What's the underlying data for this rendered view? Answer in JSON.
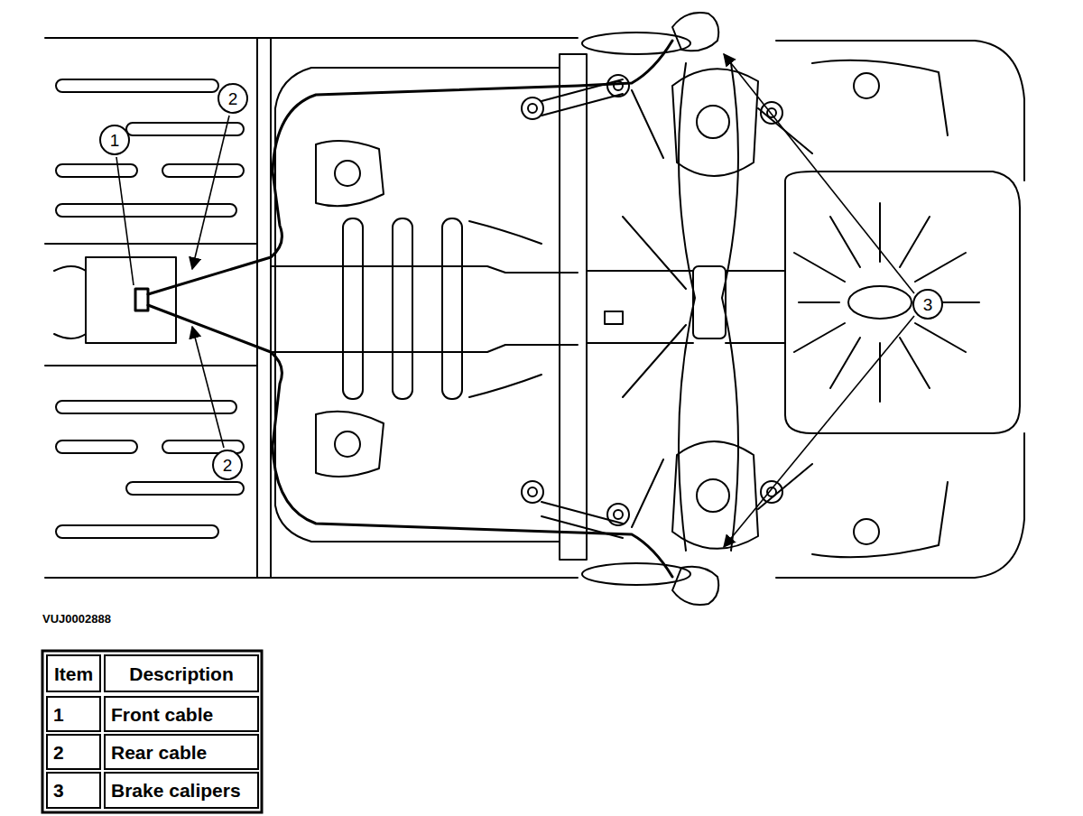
{
  "diagram": {
    "nodes": [
      {
        "text": [
          "1"
        ]
      },
      {
        "text": [
          "2"
        ]
      },
      {
        "text": [
          "2"
        ]
      },
      {
        "text": [
          "3"
        ]
      }
    ],
    "labels": [
      "VUJ0002888",
      "Item",
      "Description",
      "1",
      "Front cable",
      "2",
      "Rear cable",
      "3",
      "Brake calipers"
    ]
  }
}
